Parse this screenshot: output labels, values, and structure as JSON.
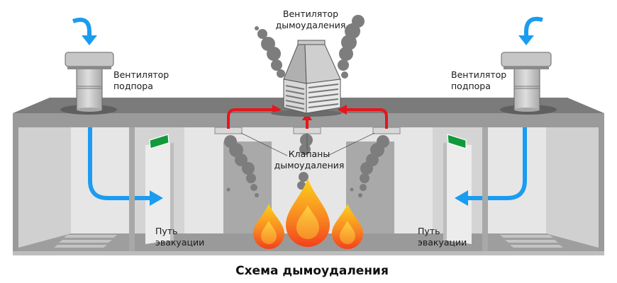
{
  "diagram": {
    "title": "Схема дымоудаления",
    "labels": {
      "exhaust_fan_line1": "Вентилятор",
      "exhaust_fan_line2": "дымоудаления",
      "supply_fan_left_line1": "Вентилятор",
      "supply_fan_left_line2": "подпора",
      "supply_fan_right_line1": "Вентилятор",
      "supply_fan_right_line2": "подпора",
      "valves_line1": "Клапаны",
      "valves_line2": "дымоудаления",
      "evac_left_line1": "Путь",
      "evac_left_line2": "эвакуации",
      "evac_right_line1": "Путь",
      "evac_right_line2": "эвакуации"
    },
    "colors": {
      "supply_air": "#1a9cf0",
      "smoke_flow": "#e8141b",
      "exit_sign": "#119a3c",
      "flame_outer": "#f4581c",
      "flame_inner": "#fbd21a",
      "smoke": "#7d7d7d"
    }
  }
}
